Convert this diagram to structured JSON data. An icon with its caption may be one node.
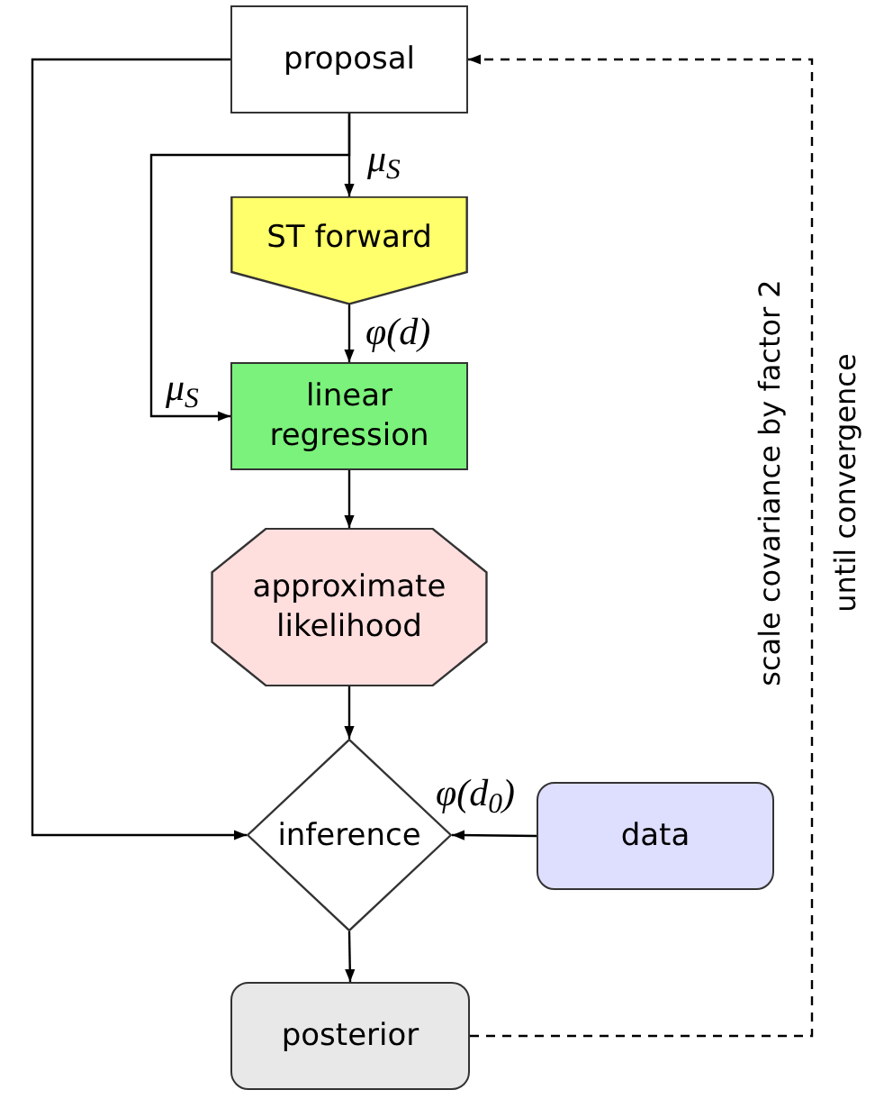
{
  "diagram": {
    "nodes": [
      {
        "text": [
          "proposal"
        ]
      },
      {
        "text": [
          "ST forward"
        ]
      },
      {
        "text": [
          "linear regression"
        ]
      },
      {
        "text": [
          "approximate likelihood"
        ]
      },
      {
        "text": [
          "inference"
        ]
      },
      {
        "text": [
          "data"
        ]
      },
      {
        "text": [
          "posterior"
        ]
      }
    ],
    "edges": [
      {
        "from": 0,
        "to": 1,
        "arrow": "to",
        "label": "μ$_{S}$"
      },
      {
        "from": 0,
        "to": 2,
        "arrow": "to",
        "label": "μ$_{S}$"
      },
      {
        "from": 1,
        "to": 2,
        "arrow": "to",
        "label": "φ(d)"
      },
      {
        "from": 2,
        "to": 3,
        "arrow": "to"
      },
      {
        "from": 3,
        "to": 4,
        "arrow": "to"
      },
      {
        "from": 0,
        "to": 4,
        "arrow": "to"
      },
      {
        "from": 5,
        "to": 4,
        "arrow": "to",
        "label": "φ(d$_{0}$)"
      },
      {
        "from": 4,
        "to": 6,
        "arrow": "to"
      },
      {
        "from": 6,
        "to": 0,
        "arrow": "to",
        "style": "dashed",
        "label": "scale covariance by factor 2 until convergence"
      }
    ]
  }
}
